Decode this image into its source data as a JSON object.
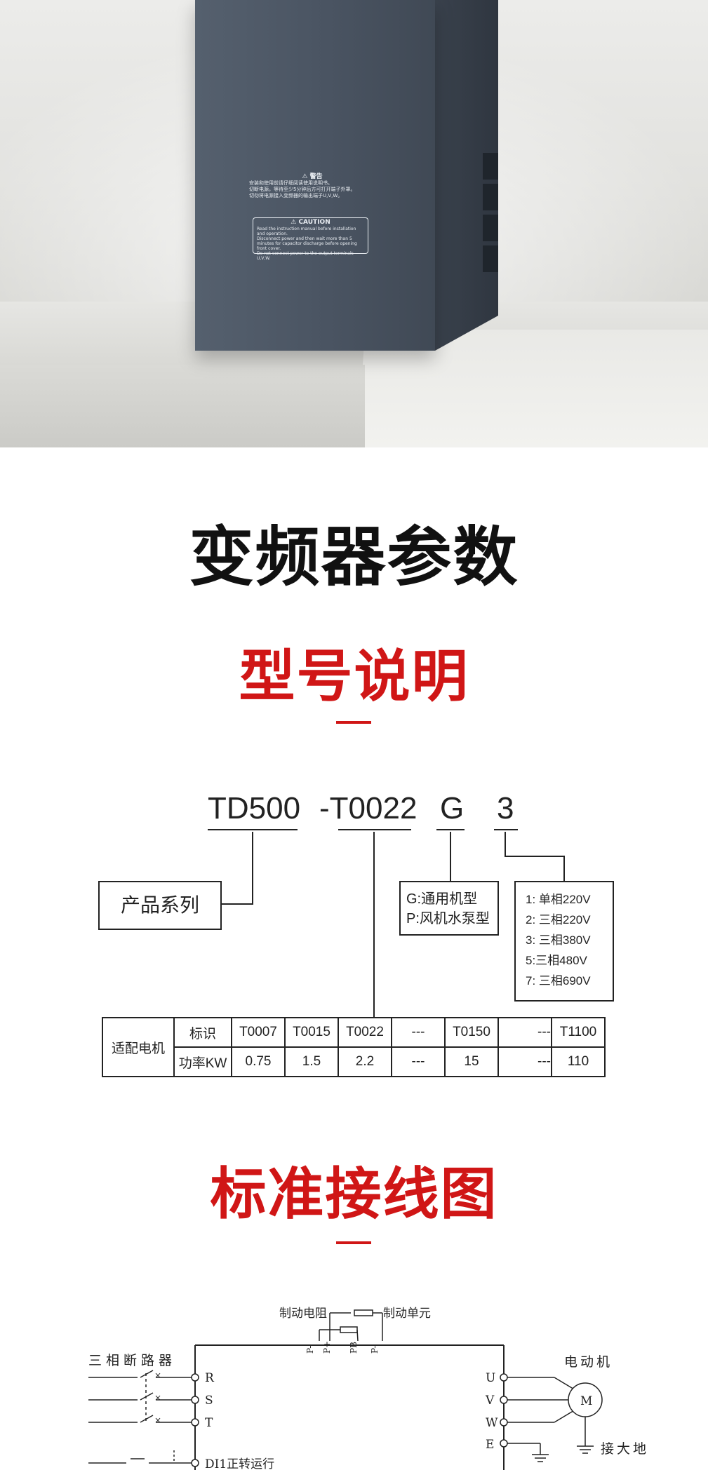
{
  "hero": {
    "warning_title": "警告",
    "warning_lines": [
      "安装和使用前请仔细阅读使用说明书。",
      "切断电源，等待至少5分钟后方可打开端子外罩。",
      "切勿将电源接入变频器的输出端子U,V,W。"
    ],
    "caution_title": "CAUTION",
    "caution_lines": [
      "Read the instruction manual before installation and operation.",
      "Disconnect power and then wait more than 5 minutes for capacitor discharge before opening front cover.",
      "Do not connect power to the output terminals U,V,W."
    ]
  },
  "headings": {
    "params": "变频器参数",
    "model": "型号说明",
    "wiring": "标准接线图"
  },
  "model_code": {
    "series": "TD500",
    "power": "-T0022",
    "type": "G",
    "phase": "3"
  },
  "boxes": {
    "series_label": "产品系列",
    "type_lines": [
      "G:通用机型",
      "P:风机水泵型"
    ],
    "phase_lines": [
      "1: 单相220V",
      "2: 三相220V",
      "3: 三相380V",
      "5:三相480V",
      "7: 三相690V"
    ]
  },
  "motor_table": {
    "row_header": "适配电机",
    "id_label": "标识",
    "power_label": "功率KW",
    "ids": [
      "T0007",
      "T0015",
      "T0022",
      "---",
      "T0150",
      "---",
      "T1100"
    ],
    "powers": [
      "0.75",
      "1.5",
      "2.2",
      "---",
      "15",
      "---",
      "110"
    ]
  },
  "wiring": {
    "breaker": "三相断路器",
    "brake_resistor": "制动电阻",
    "brake_unit": "制动单元",
    "motor": "电动机",
    "motor_symbol": "M",
    "ground": "接大地",
    "input_terminals": [
      "R",
      "S",
      "T"
    ],
    "dc_terminals": [
      "P-",
      "P+",
      "PB",
      "P-"
    ],
    "output_terminals": [
      "U",
      "V",
      "W",
      "E"
    ],
    "di1": "DI1正转运行"
  }
}
